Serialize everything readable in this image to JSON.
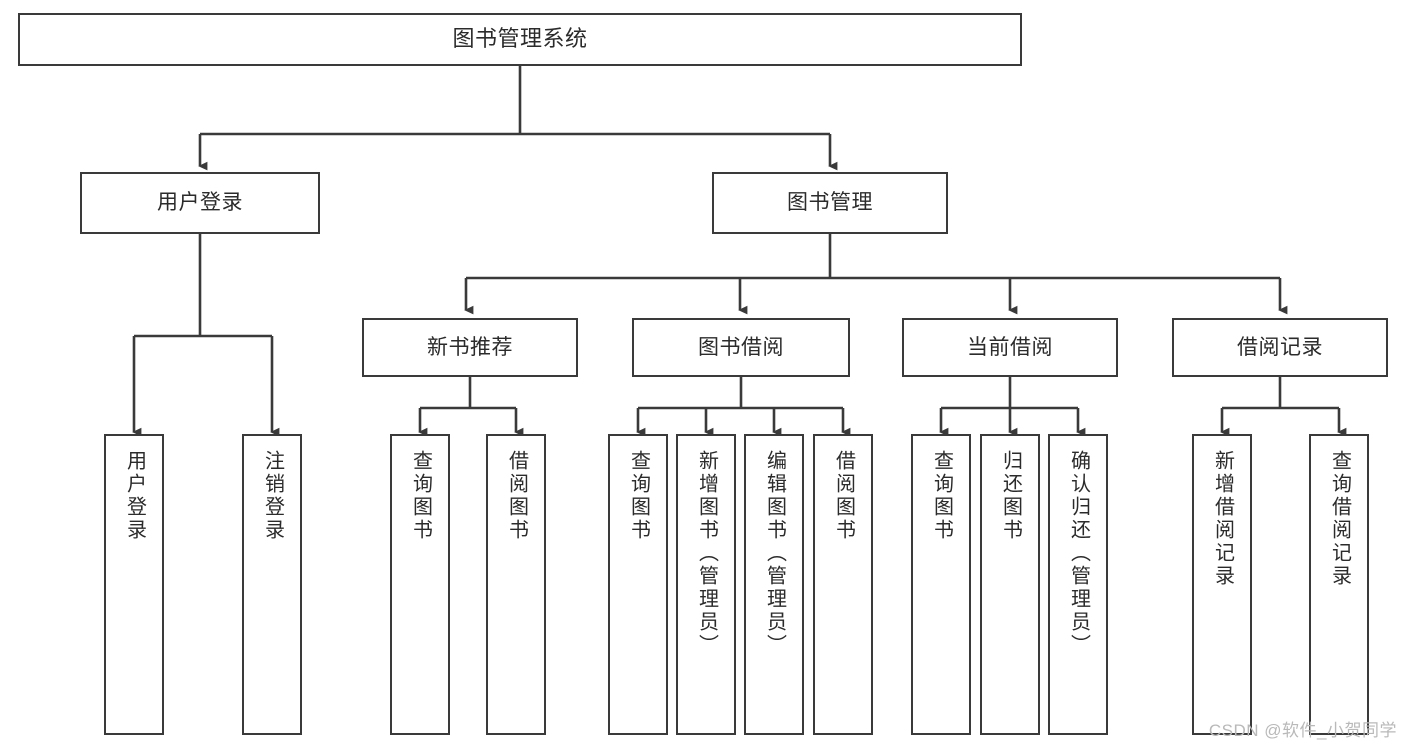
{
  "diagram": {
    "title": "图书管理系统",
    "root": {
      "label": "图书管理系统"
    },
    "level2": [
      {
        "label": "用户登录"
      },
      {
        "label": "图书管理"
      }
    ],
    "level3": [
      {
        "label": "新书推荐"
      },
      {
        "label": "图书借阅"
      },
      {
        "label": "当前借阅"
      },
      {
        "label": "借阅记录"
      }
    ],
    "leaves": [
      {
        "label": "用户登录"
      },
      {
        "label": "注销登录"
      },
      {
        "label": "查询图书"
      },
      {
        "label": "借阅图书"
      },
      {
        "label": "查询图书"
      },
      {
        "label": "新增图书（管理员）"
      },
      {
        "label": "编辑图书（管理员）"
      },
      {
        "label": "借阅图书"
      },
      {
        "label": "查询图书"
      },
      {
        "label": "归还图书"
      },
      {
        "label": "确认归还（管理员）"
      },
      {
        "label": "新增借阅记录"
      },
      {
        "label": "查询借阅记录"
      }
    ]
  },
  "watermark": {
    "text": "CSDN @软件_小贺同学"
  },
  "colors": {
    "stroke": "#3a3a3a",
    "text": "#2b2b2b",
    "background": "#ffffff",
    "watermark": "#b9b9b9"
  }
}
